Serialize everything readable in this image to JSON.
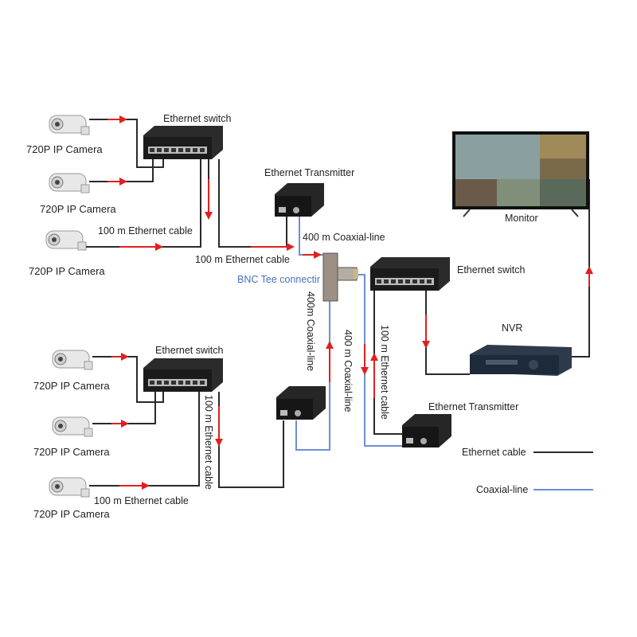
{
  "labels": {
    "camera": "720P IP Camera",
    "ethernet_switch": "Ethernet switch",
    "ethernet_transmitter": "Ethernet Transmitter",
    "eth_cable_100": "100 m Ethernet cable",
    "coax_400": "400 m Coaxial-line",
    "coax_400_alt": "400m Coaxial-line",
    "bnc_tee": "BNC Tee connectir",
    "monitor": "Monitor",
    "nvr": "NVR"
  },
  "legend": {
    "ethernet": "Ethernet cable",
    "coax": "Coaxial-line"
  },
  "colors": {
    "ethernet": "#2a2a2a",
    "coax": "#6b8fd6",
    "flow_arrow": "#e02020",
    "device": "#1e1e1e"
  }
}
